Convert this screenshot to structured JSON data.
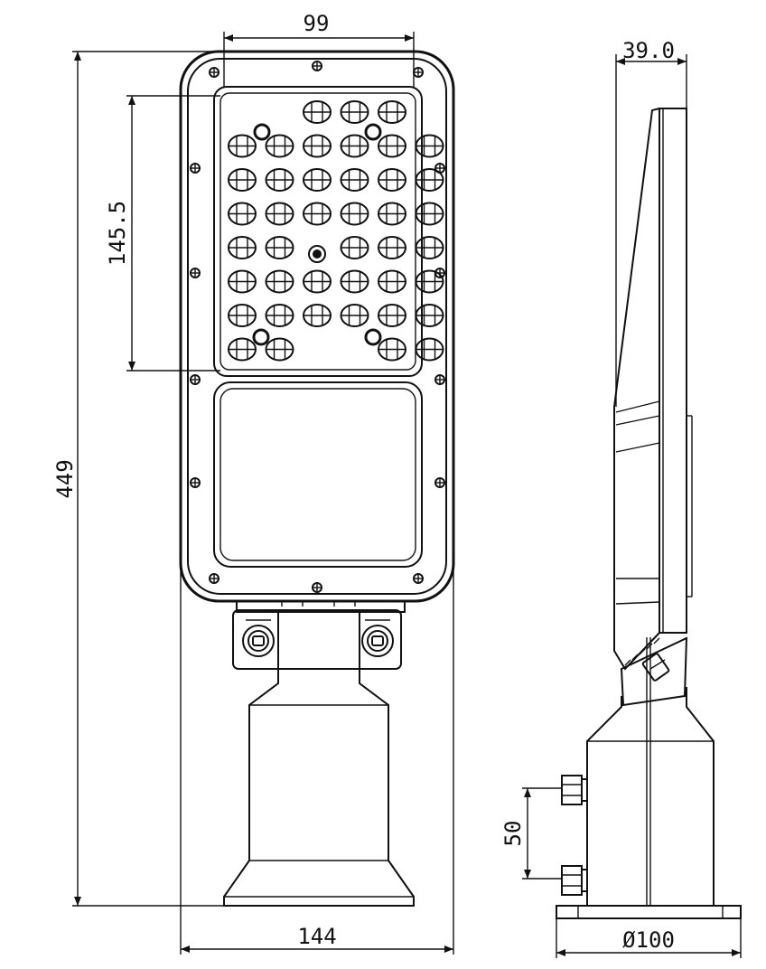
{
  "drawing": {
    "colors": {
      "line": "#111111",
      "background": "#ffffff"
    },
    "front_view": {
      "dim_top_width": "99",
      "dim_led_height": "145.5",
      "dim_total_height": "449",
      "dim_total_width": "144",
      "led_grid": {
        "rows": [
          [
            0,
            0,
            1,
            1,
            1,
            0
          ],
          [
            1,
            1,
            1,
            1,
            1,
            1
          ],
          [
            1,
            1,
            1,
            1,
            1,
            1
          ],
          [
            1,
            1,
            1,
            1,
            1,
            1
          ],
          [
            1,
            1,
            0,
            1,
            1,
            1
          ],
          [
            1,
            1,
            1,
            1,
            1,
            1
          ],
          [
            1,
            1,
            1,
            1,
            1,
            1
          ],
          [
            1,
            1,
            0,
            0,
            1,
            1
          ]
        ]
      }
    },
    "side_view": {
      "dim_depth": "39.0",
      "dim_bolt_spacing": "50",
      "dim_diameter": "Ø100"
    }
  }
}
